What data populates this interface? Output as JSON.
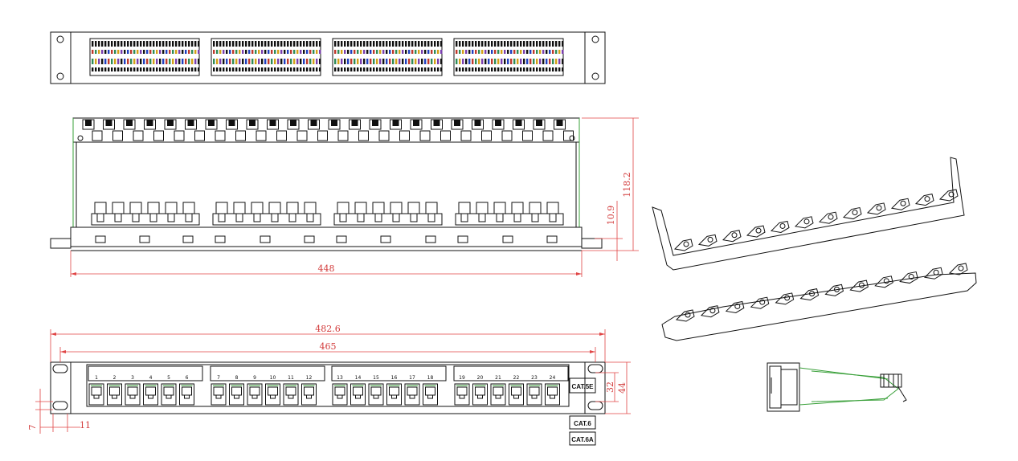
{
  "dimensions": {
    "height_total": "118.2",
    "height_lower": "10.9",
    "depth_width": "448",
    "overall_width": "482.6",
    "inner_width": "465",
    "height_front": "32",
    "height_outer": "44",
    "mount_offset": "7",
    "mount_hole": "11"
  },
  "port_numbers": [
    "1",
    "2",
    "3",
    "4",
    "5",
    "6",
    "7",
    "8",
    "9",
    "10",
    "11",
    "12",
    "13",
    "14",
    "15",
    "16",
    "17",
    "18",
    "19",
    "20",
    "21",
    "22",
    "23",
    "24"
  ],
  "category_labels": {
    "front": "CAT.5E",
    "option_1": "CAT.6",
    "option_2": "CAT.6A"
  },
  "colors": {
    "outline": "#111111",
    "dimension": "#e04545",
    "highlight": "#3aa03a"
  }
}
